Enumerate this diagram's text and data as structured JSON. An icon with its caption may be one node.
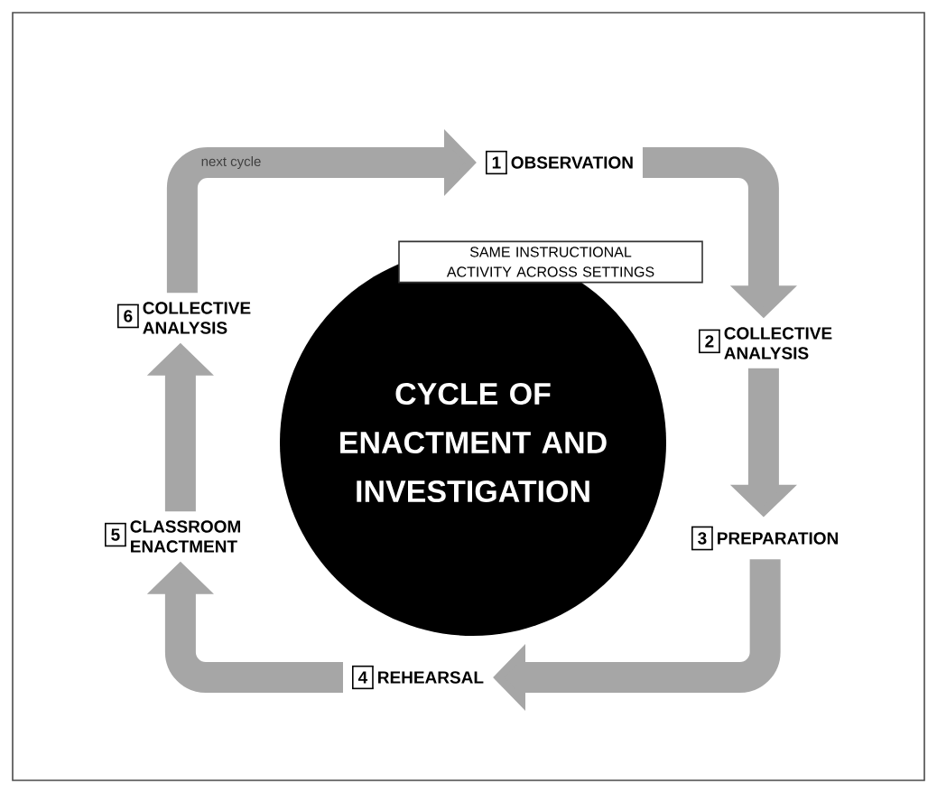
{
  "diagram": {
    "nodes": [
      {
        "text": [
          "CYCLE OF ENACTMENT AND INVESTIGATION"
        ]
      },
      {
        "text": [
          "SAME INSTRUCTIONAL ACTIVITY ACROSS SETTINGS"
        ]
      },
      {
        "text": [
          "1",
          "OBSERVATION"
        ]
      },
      {
        "text": [
          "2",
          "COLLECTIVE ANALYSIS"
        ]
      },
      {
        "text": [
          "3",
          "PREPARATION"
        ]
      },
      {
        "text": [
          "4",
          "REHEARSAL"
        ]
      },
      {
        "text": [
          "5",
          "CLASSROOM ENACTMENT"
        ]
      },
      {
        "text": [
          "6",
          "COLLECTIVE ANALYSIS"
        ]
      }
    ],
    "edges": [
      {
        "from": 7,
        "to": 2,
        "arrow": "to",
        "label": "next cycle"
      },
      {
        "from": 2,
        "to": 3,
        "arrow": "to"
      },
      {
        "from": 3,
        "to": 4,
        "arrow": "to"
      },
      {
        "from": 4,
        "to": 5,
        "arrow": "to"
      },
      {
        "from": 5,
        "to": 6,
        "arrow": "to"
      },
      {
        "from": 6,
        "to": 7,
        "arrow": "to"
      }
    ]
  }
}
